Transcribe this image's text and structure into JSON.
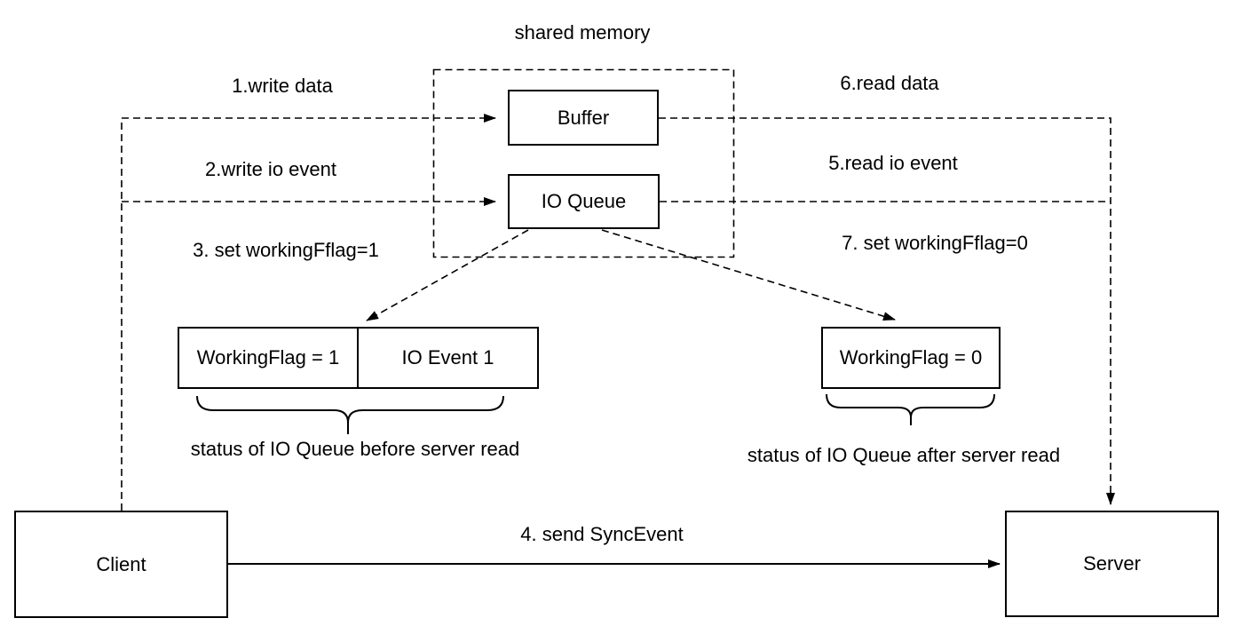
{
  "diagram": {
    "title": "shared memory",
    "nodes": {
      "buffer": "Buffer",
      "io_queue": "IO Queue",
      "client": "Client",
      "server": "Server",
      "working_flag_1": "WorkingFlag = 1",
      "io_event_1": "IO Event 1",
      "working_flag_0": "WorkingFlag = 0"
    },
    "edges": {
      "write_data": "1.write data",
      "write_io_event": "2.write io event",
      "set_working_flag_1": "3. set workingFflag=1",
      "send_sync_event": "4. send SyncEvent",
      "read_io_event": "5.read io event",
      "read_data": "6.read data",
      "set_working_flag_0": "7. set workingFflag=0"
    },
    "annotations": {
      "status_before": "status of IO Queue before server read",
      "status_after": "status of IO Queue after server read"
    },
    "colors": {
      "stroke": "#000000",
      "background": "#ffffff"
    }
  }
}
